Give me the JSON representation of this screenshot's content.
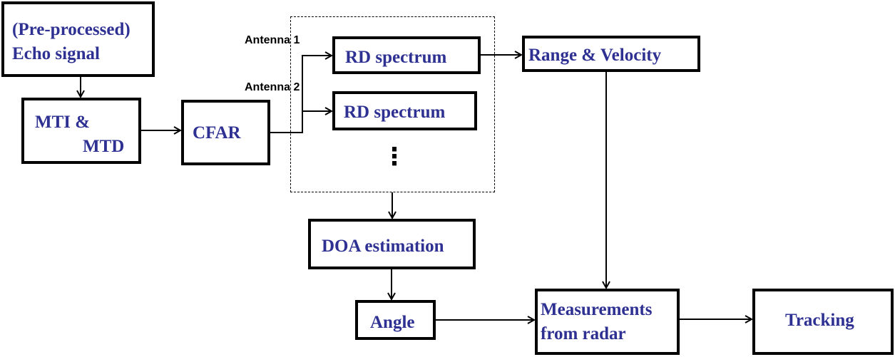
{
  "blocks": {
    "echo": {
      "line1": "(Pre-processed)",
      "line2": "Echo signal"
    },
    "mti": {
      "line1": "MTI &",
      "line2": "MTD"
    },
    "cfar": {
      "label": "CFAR"
    },
    "rd1": {
      "label": "RD spectrum"
    },
    "rd2": {
      "label": "RD spectrum"
    },
    "ellipsis": "⋮",
    "range_velocity": {
      "label": "Range & Velocity"
    },
    "doa": {
      "label": "DOA estimation"
    },
    "angle": {
      "label": "Angle"
    },
    "measurements": {
      "line1": "Measurements",
      "line2": "from radar"
    },
    "tracking": {
      "label": "Tracking"
    }
  },
  "antennas": {
    "a1": "Antenna 1",
    "a2": "Antenna 2"
  },
  "colors": {
    "text": "#2e3192",
    "border": "#000000"
  }
}
